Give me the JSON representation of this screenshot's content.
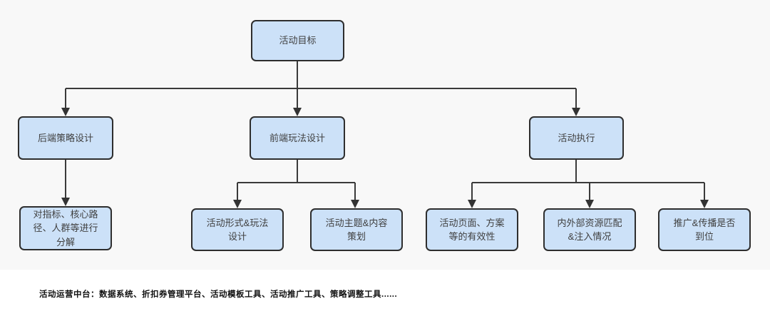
{
  "diagram": {
    "root": {
      "label": "活动目标"
    },
    "level2": [
      {
        "label": "后端策略设计"
      },
      {
        "label": "前端玩法设计"
      },
      {
        "label": "活动执行"
      }
    ],
    "level3": [
      {
        "parent": "后端策略设计",
        "label": "对指标、核心路径、人群等进行分解"
      },
      {
        "parent": "前端玩法设计",
        "label": "活动形式&玩法设计"
      },
      {
        "parent": "前端玩法设计",
        "label": "活动主题&内容策划"
      },
      {
        "parent": "活动执行",
        "label": "活动页面、方案等的有效性"
      },
      {
        "parent": "活动执行",
        "label": "内外部资源匹配&注入情况"
      },
      {
        "parent": "活动执行",
        "label": "推广&传播是否到位"
      }
    ],
    "colors": {
      "node_fill": "#cce1f8",
      "node_border": "#2e2e2e",
      "connector": "#3a3a3a",
      "canvas_background": "#f8f8f8",
      "page_background": "#ffffff",
      "node_text": "#404040",
      "footer_text": "#111111"
    }
  },
  "footer": {
    "note": "活动运营中台：数据系统、折扣券管理平台、活动模板工具、活动推广工具、策略调整工具......"
  }
}
